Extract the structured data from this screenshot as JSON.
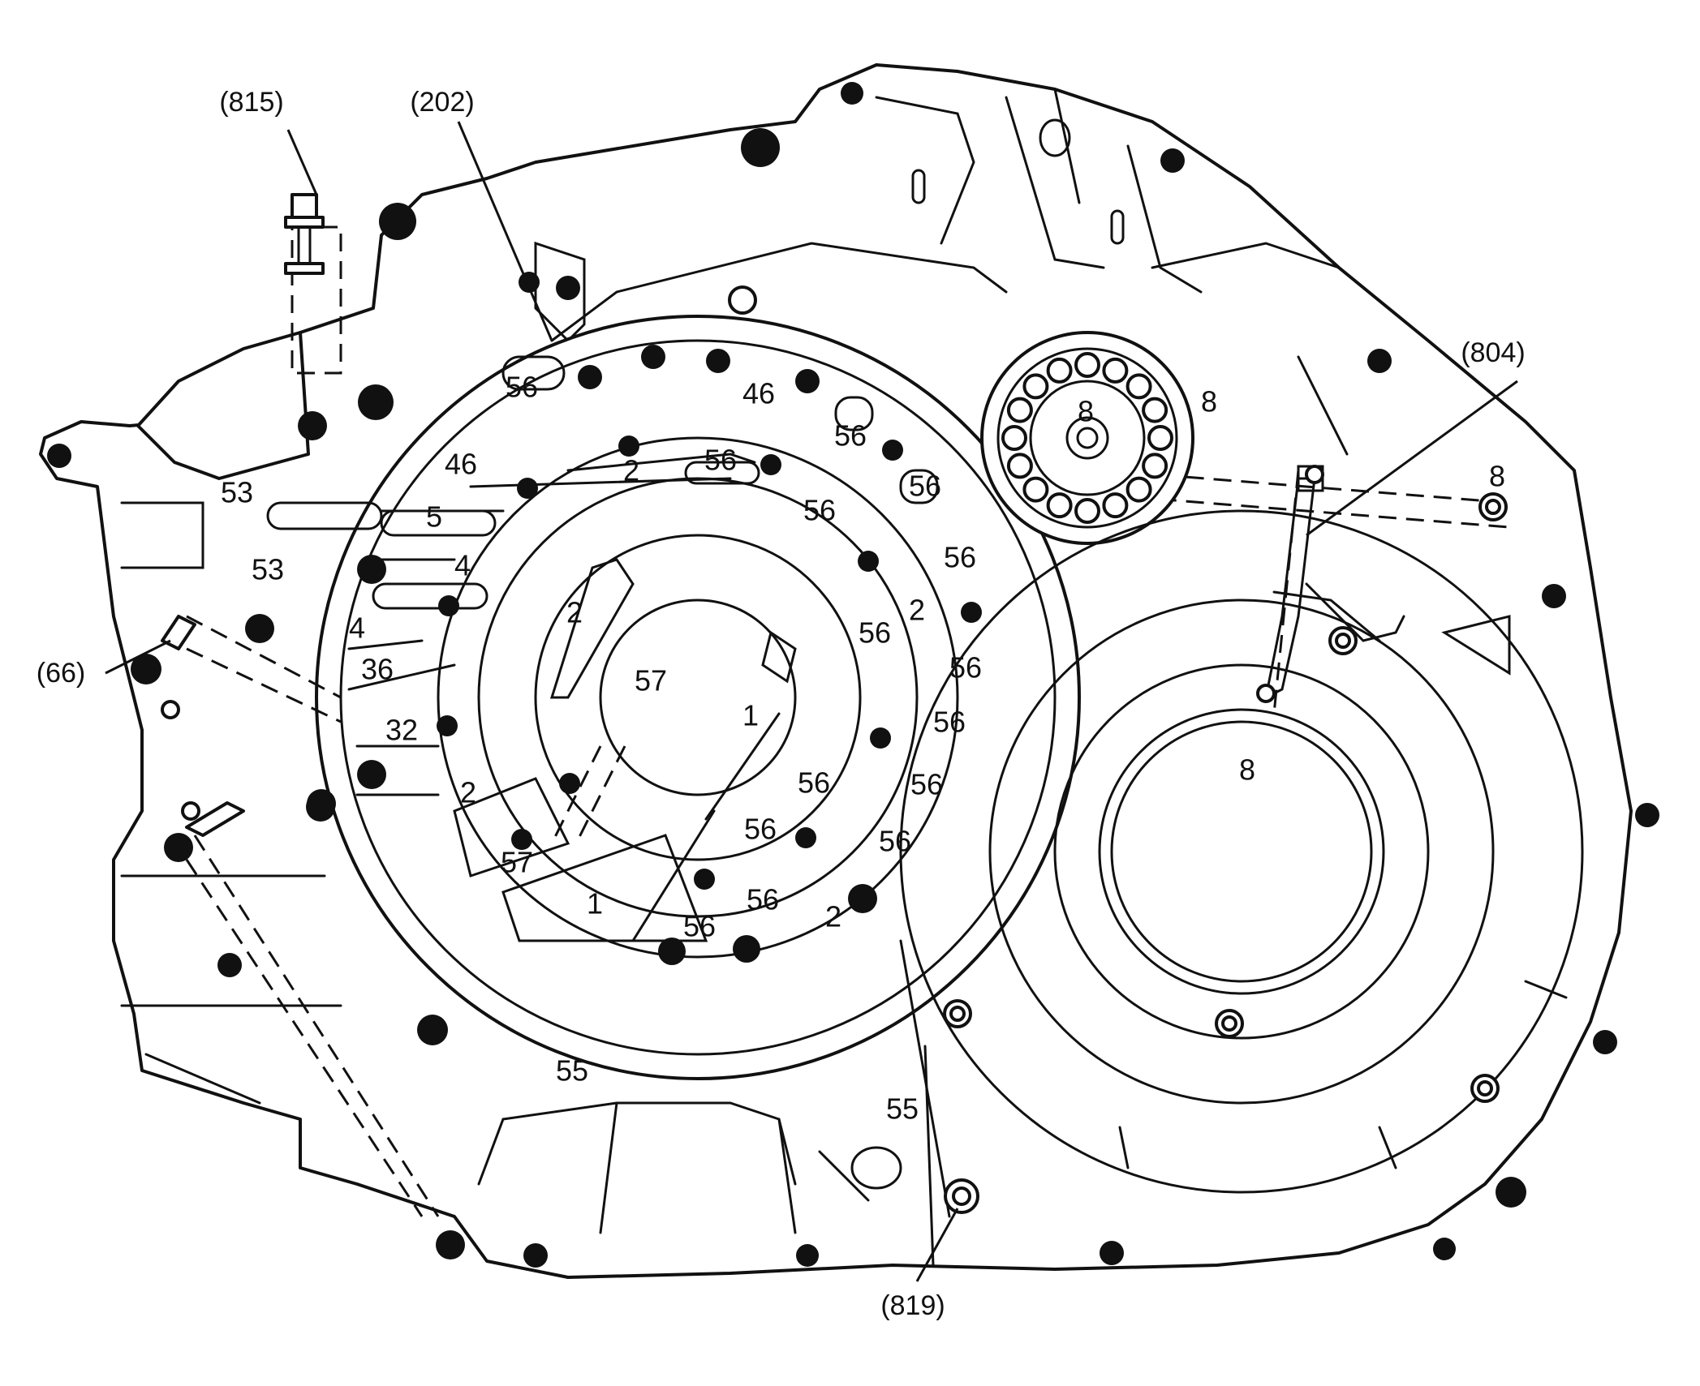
{
  "callouts": {
    "c815": "(815)",
    "c202": "(202)",
    "c804": "(804)",
    "c66": "(66)",
    "c819": "(819)"
  },
  "ports": {
    "p56a": "56",
    "p46a": "46",
    "p46b": "46",
    "p56b": "56",
    "p2a": "2",
    "p56c": "56",
    "p56d": "56",
    "p56e": "56",
    "p53a": "53",
    "p5": "5",
    "p53b": "53",
    "p4a": "4",
    "p4b": "4",
    "p2b": "2",
    "p56f": "56",
    "p2c": "2",
    "p56g": "56",
    "p36": "36",
    "p57a": "57",
    "p56h": "56",
    "p32": "32",
    "p1a": "1",
    "p56i": "56",
    "p2d": "2",
    "p56j": "56",
    "p56k": "56",
    "p56l": "56",
    "p57b": "57",
    "p56m": "56",
    "p1b": "1",
    "p56n": "56",
    "p2e": "2",
    "p56o": "56",
    "p55a": "55",
    "p55b": "55",
    "p8a": "8",
    "p8b": "8",
    "p8c": "8",
    "p8d": "8"
  }
}
